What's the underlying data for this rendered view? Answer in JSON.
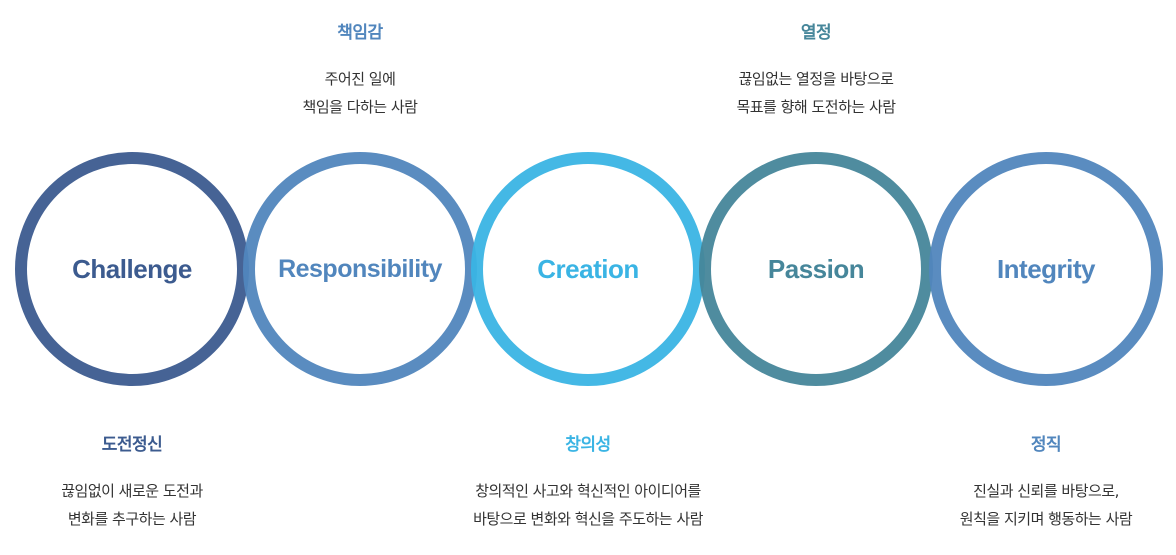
{
  "colors": {
    "challenge": "#3c5b8f",
    "responsibility": "#5186bd",
    "creation": "#3ab4e4",
    "passion": "#46869a",
    "integrity": "#5186bd",
    "caption_text": "#333333"
  },
  "values": [
    {
      "id": "challenge",
      "name": "Challenge",
      "color": "#3c5b8f",
      "caption": {
        "title": "도전정신",
        "lines": [
          "끊임없이 새로운 도전과",
          "변화를 추구하는 사람"
        ],
        "placement": "below"
      }
    },
    {
      "id": "responsibility",
      "name": "Responsibility",
      "color": "#5186bd",
      "caption": {
        "title": "책임감",
        "lines": [
          "주어진 일에",
          "책임을 다하는 사람"
        ],
        "placement": "above"
      }
    },
    {
      "id": "creation",
      "name": "Creation",
      "color": "#3ab4e4",
      "caption": {
        "title": "창의성",
        "lines": [
          "창의적인 사고와 혁신적인 아이디어를",
          "바탕으로 변화와 혁신을 주도하는 사람"
        ],
        "placement": "below"
      }
    },
    {
      "id": "passion",
      "name": "Passion",
      "color": "#46869a",
      "caption": {
        "title": "열정",
        "lines": [
          "끊임없는 열정을 바탕으로",
          "목표를 향해 도전하는 사람"
        ],
        "placement": "above"
      }
    },
    {
      "id": "integrity",
      "name": "Integrity",
      "color": "#5186bd",
      "caption": {
        "title": "정직",
        "lines": [
          "진실과 신뢰를 바탕으로,",
          "원칙을 지키며 행동하는 사람"
        ],
        "placement": "below"
      }
    }
  ]
}
